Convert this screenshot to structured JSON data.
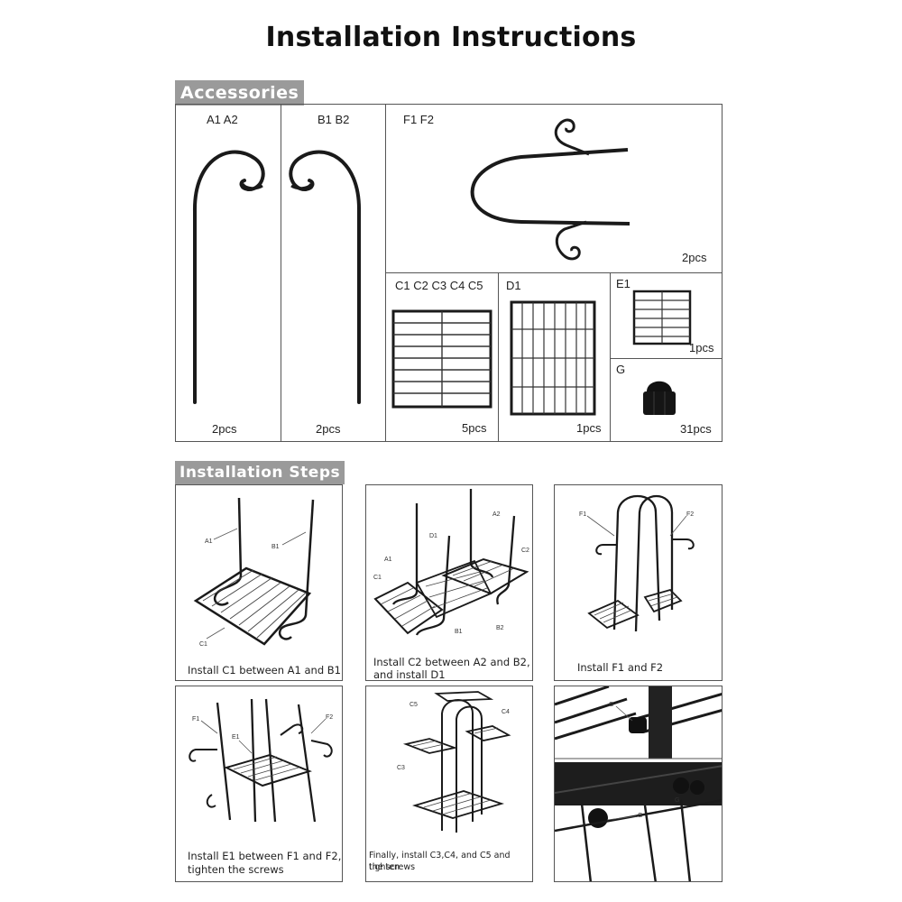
{
  "title": "Installation Instructions",
  "sections": {
    "accessories": "Accessories",
    "steps": "Installation Steps"
  },
  "accessories": [
    {
      "label": "A1  A2",
      "qty": "2pcs"
    },
    {
      "label": "B1  B2",
      "qty": "2pcs"
    },
    {
      "label": "F1  F2",
      "qty": "2pcs"
    },
    {
      "label": "C1  C2 C3 C4 C5",
      "qty": "5pcs"
    },
    {
      "label": "D1",
      "qty": "1pcs"
    },
    {
      "label": "E1",
      "qty": "1pcs"
    },
    {
      "label": "G",
      "qty": "31pcs"
    }
  ],
  "steps": [
    {
      "caption": "Install C1 between A1 and B1",
      "callouts": [
        "A1",
        "B1",
        "C1"
      ]
    },
    {
      "caption_line1": "Install C2 between A2 and B2,",
      "caption_line2": "and install D1",
      "callouts": [
        "A1",
        "D1",
        "A2",
        "C2",
        "C1",
        "B1",
        "B2"
      ]
    },
    {
      "caption": "Install F1 and F2",
      "callouts": [
        "F1",
        "F2"
      ]
    },
    {
      "caption_line1": "Install E1 between F1 and F2,",
      "caption_line2": "tighten the screws",
      "callouts": [
        "F1",
        "E1",
        "F2"
      ]
    },
    {
      "caption_line1": "Finally, install C3,C4, and C5 and tighten",
      "caption_line2": "the screws",
      "callouts": [
        "C5",
        "C4",
        "C3"
      ]
    },
    {
      "callouts": [
        "G",
        "G",
        "G"
      ]
    }
  ]
}
